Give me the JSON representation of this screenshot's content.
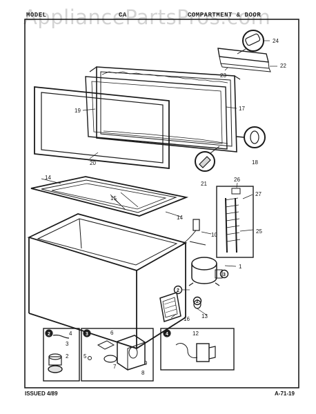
{
  "watermark": "AppliancePartsPros.com",
  "header": {
    "left": "MODEL",
    "center": "CA",
    "right": "COMPARTMENT & DOOR"
  },
  "footer": {
    "issued": "ISSUED 4/89",
    "code": "A-71-19"
  },
  "part_numbers": [
    "1",
    "2",
    "3",
    "4",
    "5",
    "6",
    "7",
    "8",
    "9",
    "10",
    "12",
    "13",
    "14",
    "14",
    "15",
    "16",
    "17",
    "18",
    "19",
    "20",
    "21",
    "22",
    "23",
    "24",
    "25",
    "26",
    "27"
  ],
  "inset_markers": [
    "2",
    "3",
    "4"
  ],
  "colors": {
    "ink": "#1a1a1a",
    "paper": "#ffffff"
  }
}
